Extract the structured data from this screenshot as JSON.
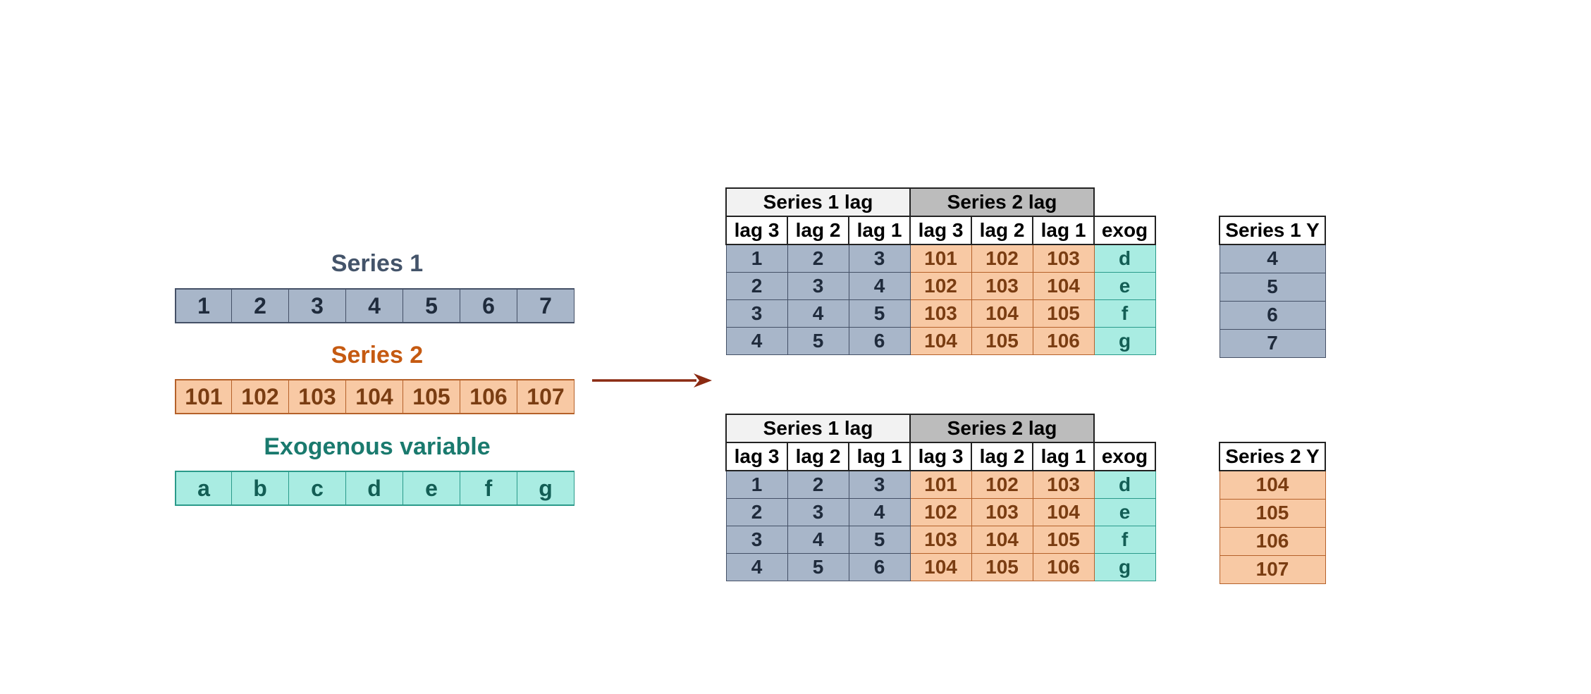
{
  "colors": {
    "series1_fill": "#a8b6c9",
    "series1_text": "#44546a",
    "series2_fill": "#f8c9a4",
    "series2_text": "#c55a11",
    "exog_fill": "#a9ece2",
    "exog_text": "#1a7a6e",
    "arrow": "#8b2a12"
  },
  "input": {
    "series1": {
      "title": "Series 1",
      "values": [
        "1",
        "2",
        "3",
        "4",
        "5",
        "6",
        "7"
      ]
    },
    "series2": {
      "title": "Series 2",
      "values": [
        "101",
        "102",
        "103",
        "104",
        "105",
        "106",
        "107"
      ]
    },
    "exog": {
      "title": "Exogenous variable",
      "values": [
        "a",
        "b",
        "c",
        "d",
        "e",
        "f",
        "g"
      ]
    }
  },
  "tables": [
    {
      "group_headers": [
        "Series 1 lag",
        "Series 2 lag"
      ],
      "sub_headers": [
        "lag 3",
        "lag 2",
        "lag 1",
        "lag 3",
        "lag 2",
        "lag 1",
        "exog"
      ],
      "rows": [
        [
          "1",
          "2",
          "3",
          "101",
          "102",
          "103",
          "d"
        ],
        [
          "2",
          "3",
          "4",
          "102",
          "103",
          "104",
          "e"
        ],
        [
          "3",
          "4",
          "5",
          "103",
          "104",
          "105",
          "f"
        ],
        [
          "4",
          "5",
          "6",
          "104",
          "105",
          "106",
          "g"
        ]
      ],
      "y_header": "Series 1 Y",
      "y_values": [
        "4",
        "5",
        "6",
        "7"
      ]
    },
    {
      "group_headers": [
        "Series 1 lag",
        "Series 2 lag"
      ],
      "sub_headers": [
        "lag 3",
        "lag 2",
        "lag 1",
        "lag 3",
        "lag 2",
        "lag 1",
        "exog"
      ],
      "rows": [
        [
          "1",
          "2",
          "3",
          "101",
          "102",
          "103",
          "d"
        ],
        [
          "2",
          "3",
          "4",
          "102",
          "103",
          "104",
          "e"
        ],
        [
          "3",
          "4",
          "5",
          "103",
          "104",
          "105",
          "f"
        ],
        [
          "4",
          "5",
          "6",
          "104",
          "105",
          "106",
          "g"
        ]
      ],
      "y_header": "Series 2 Y",
      "y_values": [
        "104",
        "105",
        "106",
        "107"
      ]
    }
  ]
}
